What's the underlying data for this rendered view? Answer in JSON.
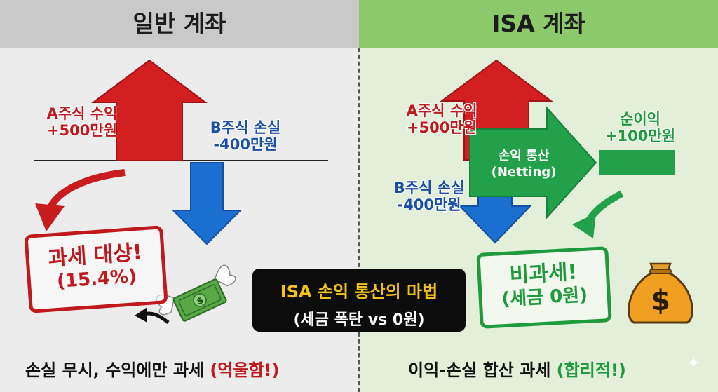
{
  "left": {
    "title": "일반 계좌",
    "gain_line1": "A주식 수익",
    "gain_line2": "+500만원",
    "loss_line1": "B주식 손실",
    "loss_line2": "-400만원",
    "stamp_line1": "과세 대상!",
    "stamp_line2": "(15.4%)",
    "caption_main": "손실 무시, 수익에만 과세 ",
    "caption_emph": "(억울함!)"
  },
  "right": {
    "title": "ISA 계좌",
    "gain_line1": "A주식 수익",
    "gain_line2": "+500만원",
    "loss_line1": "B주식 손실",
    "loss_line2": "-400만원",
    "netting_line1": "손익 통산",
    "netting_line2": "(Netting)",
    "net_line1": "순이익",
    "net_line2": "+100만원",
    "stamp_line1": "비과세!",
    "stamp_line2": "(세금 0원)",
    "caption_main": "이익-손실 합산 과세 ",
    "caption_emph": "(합리적!)"
  },
  "center": {
    "line1": "ISA 손익 통산의 마법",
    "line2": "(세금 폭탄 vs 0원)"
  },
  "colors": {
    "red": "#c0191d",
    "blue": "#1a6fd0",
    "green": "#1f9a3c",
    "gold": "#f0a020"
  }
}
